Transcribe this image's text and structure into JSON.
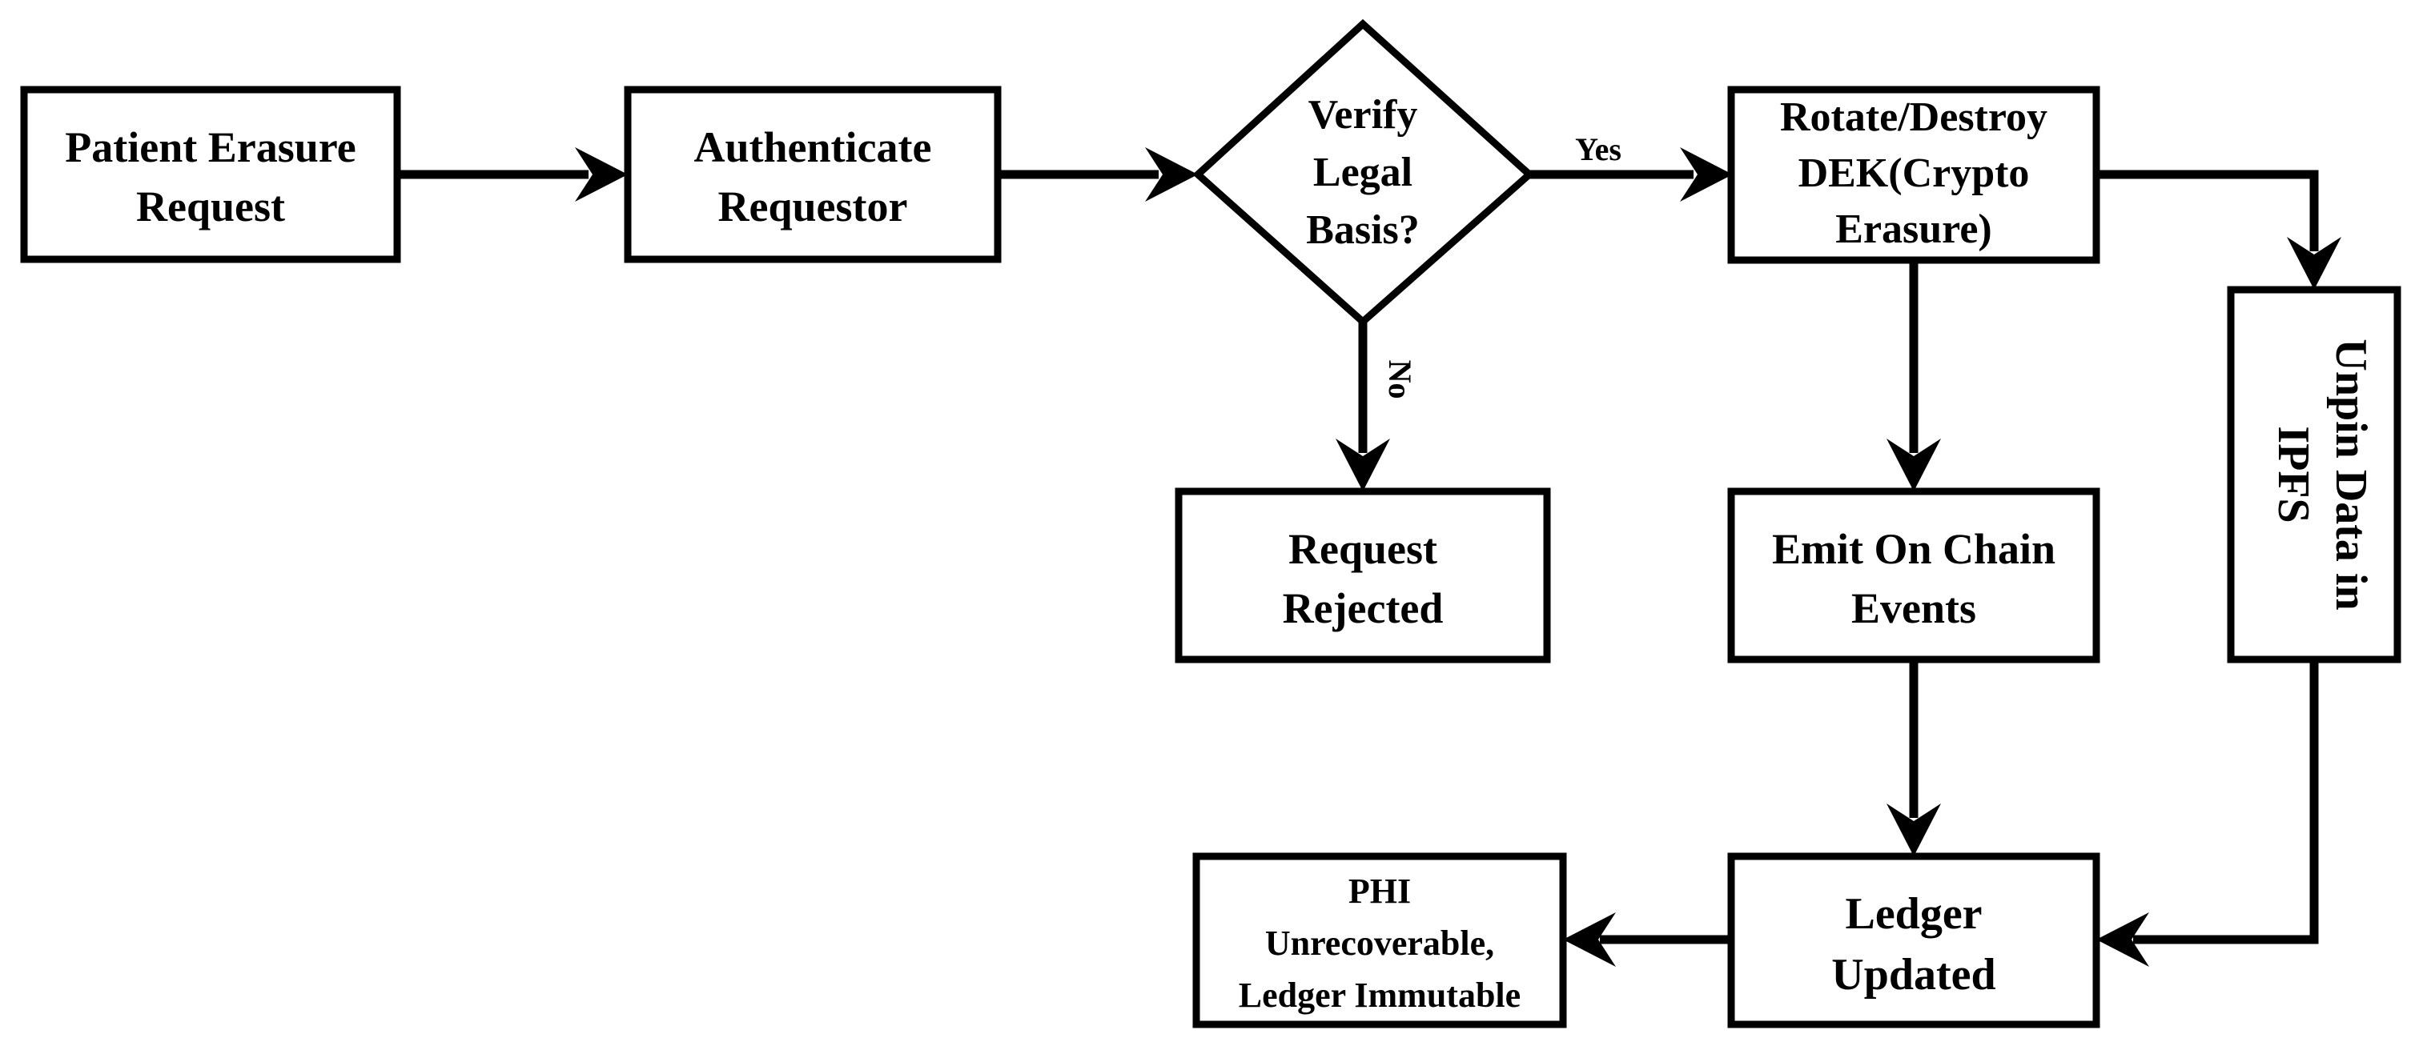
{
  "diagram": {
    "nodes": {
      "patient_erasure_request": {
        "line1": "Patient Erasure",
        "line2": "Request"
      },
      "authenticate_requestor": {
        "line1": "Authenticate",
        "line2": "Requestor"
      },
      "verify_legal_basis": {
        "line1": "Verify",
        "line2": "Legal",
        "line3": "Basis?"
      },
      "rotate_destroy_dek": {
        "line1": "Rotate/Destroy",
        "line2": "DEK(Crypto",
        "line3": "Erasure)"
      },
      "unpin_ipfs": {
        "line1": "Unpin Data in",
        "line2": "IPFS"
      },
      "request_rejected": {
        "line1": "Request",
        "line2": "Rejected"
      },
      "emit_on_chain_events": {
        "line1": "Emit On Chain",
        "line2": "Events"
      },
      "ledger_updated": {
        "line1": "Ledger",
        "line2": "Updated"
      },
      "phi_unrecoverable": {
        "line1": "PHI",
        "line2": "Unrecoverable,",
        "line3": "Ledger Immutable"
      }
    },
    "edges": {
      "yes_label": "Yes",
      "no_label": "No"
    }
  }
}
